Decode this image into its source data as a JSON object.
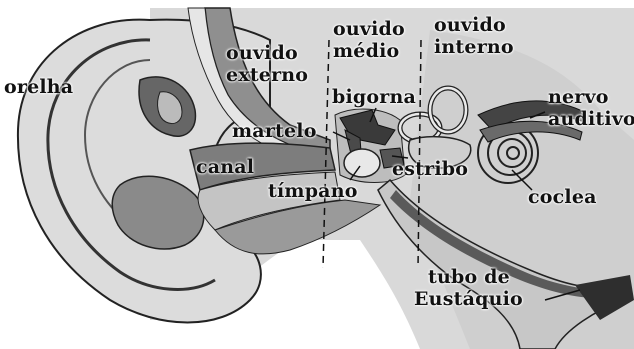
{
  "labels": {
    "ouvido_externo": [
      "ouvido",
      "externo"
    ],
    "ouvido_medio": [
      "ouvido",
      "médio"
    ],
    "ouvido_interno": [
      "ouvido",
      "interno"
    ],
    "orelha": "orelha",
    "bigorna": "bigorna",
    "nervo_auditivo": [
      "nervo",
      "auditivo"
    ],
    "martelo": "martelo",
    "canal": "canal",
    "estribo": "estribo",
    "timpano": "tímpano",
    "coclea": "coclea",
    "tubo_de_eustaquio": [
      "tubo de",
      "Eustáquio"
    ]
  },
  "colors": {
    "background": "#ffffff",
    "skin_light": "#d8d8d8",
    "skin_mid": "#b4b4b4",
    "tissue_dark": "#7a7a7a",
    "bone": "#4a4a4a",
    "outline": "#222222"
  }
}
